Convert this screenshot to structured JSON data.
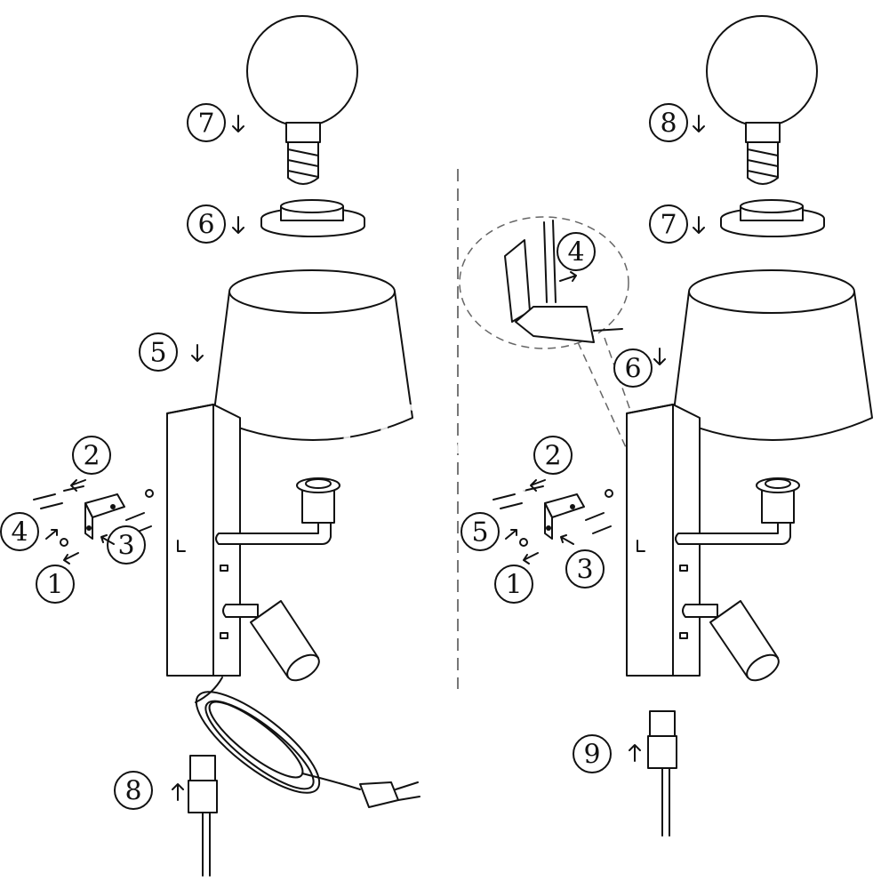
{
  "watermark": {
    "line1": "LOVE",
    "line2": "lighting"
  },
  "left_panel": {
    "steps": [
      "7",
      "6",
      "5",
      "2",
      "4",
      "1",
      "3",
      "8"
    ]
  },
  "right_panel": {
    "steps": [
      "8",
      "7",
      "4",
      "6",
      "2",
      "5",
      "1",
      "3",
      "9"
    ]
  }
}
